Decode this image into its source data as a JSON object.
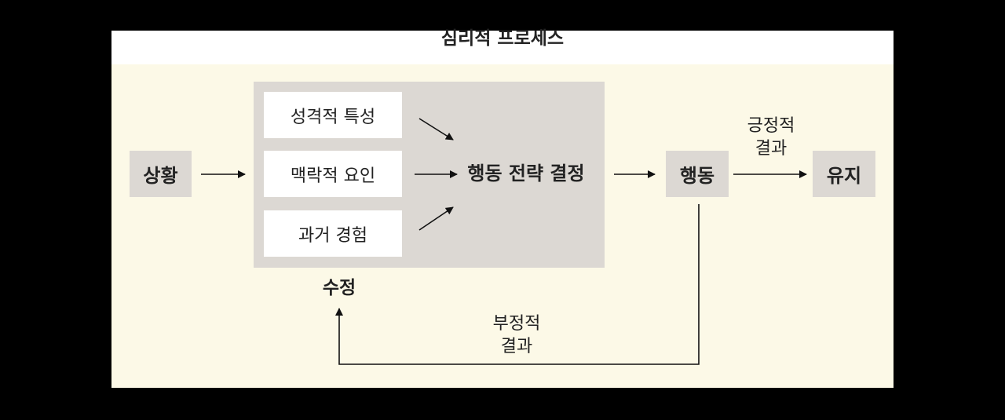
{
  "diagram": {
    "title": "심리적 프로세스",
    "situation": "상황",
    "factors": [
      "성격적 특성",
      "맥락적 요인",
      "과거 경험"
    ],
    "decision": "행동 전략 결정",
    "behavior": "행동",
    "maintain": "유지",
    "positive_line1": "긍정적",
    "positive_line2": "결과",
    "negative_line1": "부정적",
    "negative_line2": "결과",
    "revise": "수정"
  },
  "colors": {
    "background": "#fcf9e7",
    "box_gray": "#dcd8d3",
    "box_white": "#ffffff",
    "text": "#222222"
  }
}
